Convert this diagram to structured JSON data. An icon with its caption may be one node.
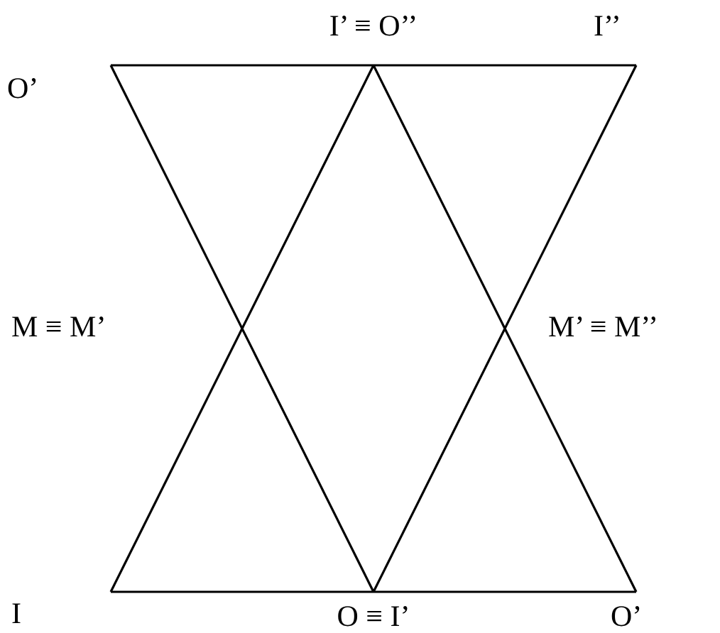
{
  "diagram": {
    "labels": [
      "O’",
      "I’ ≡ O’’",
      "I’’",
      "M ≡ M’",
      "M’ ≡ M’’",
      "I",
      "O ≡ I’",
      "O’"
    ]
  }
}
